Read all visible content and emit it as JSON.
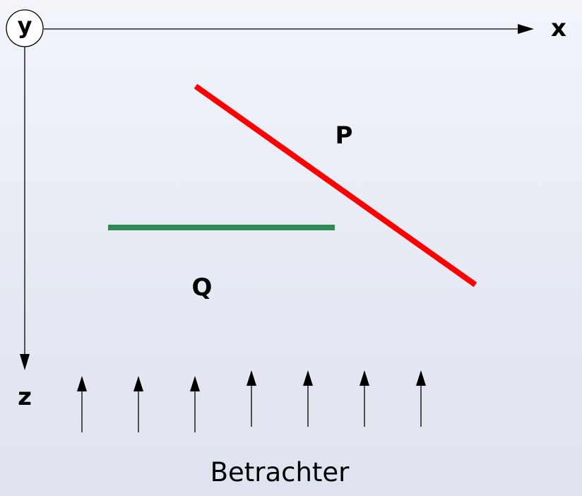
{
  "diagram": {
    "axes": {
      "y_label": "y",
      "x_label": "x",
      "z_label": "z"
    },
    "segments": [
      {
        "id": "P",
        "label": "P",
        "color": "#ff0000"
      },
      {
        "id": "Q",
        "label": "Q",
        "color": "#2e8b57"
      }
    ],
    "viewer": {
      "label": "Betrachter",
      "arrow_count": 7
    }
  }
}
